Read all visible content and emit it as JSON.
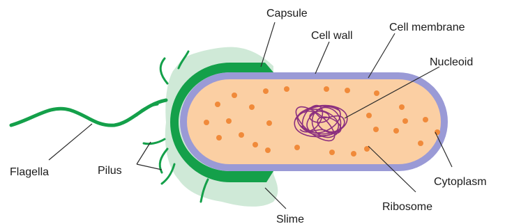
{
  "labels": {
    "capsule": "Capsule",
    "cell_wall": "Cell wall",
    "cell_membrane": "Cell membrane",
    "nucleoid": "Nucleoid",
    "flagella": "Flagella",
    "pilus": "Pilus",
    "cytoplasm": "Cytoplasm",
    "ribosome": "Ribosome",
    "slime": "Slime"
  },
  "colors": {
    "slime": "#cfe9d7",
    "capsule": "#14a04a",
    "cell_wall": "#9a9ad6",
    "cytoplasm": "#fbcfa3",
    "ribosome": "#f08a3a",
    "nucleoid": "#8b2f7f"
  }
}
